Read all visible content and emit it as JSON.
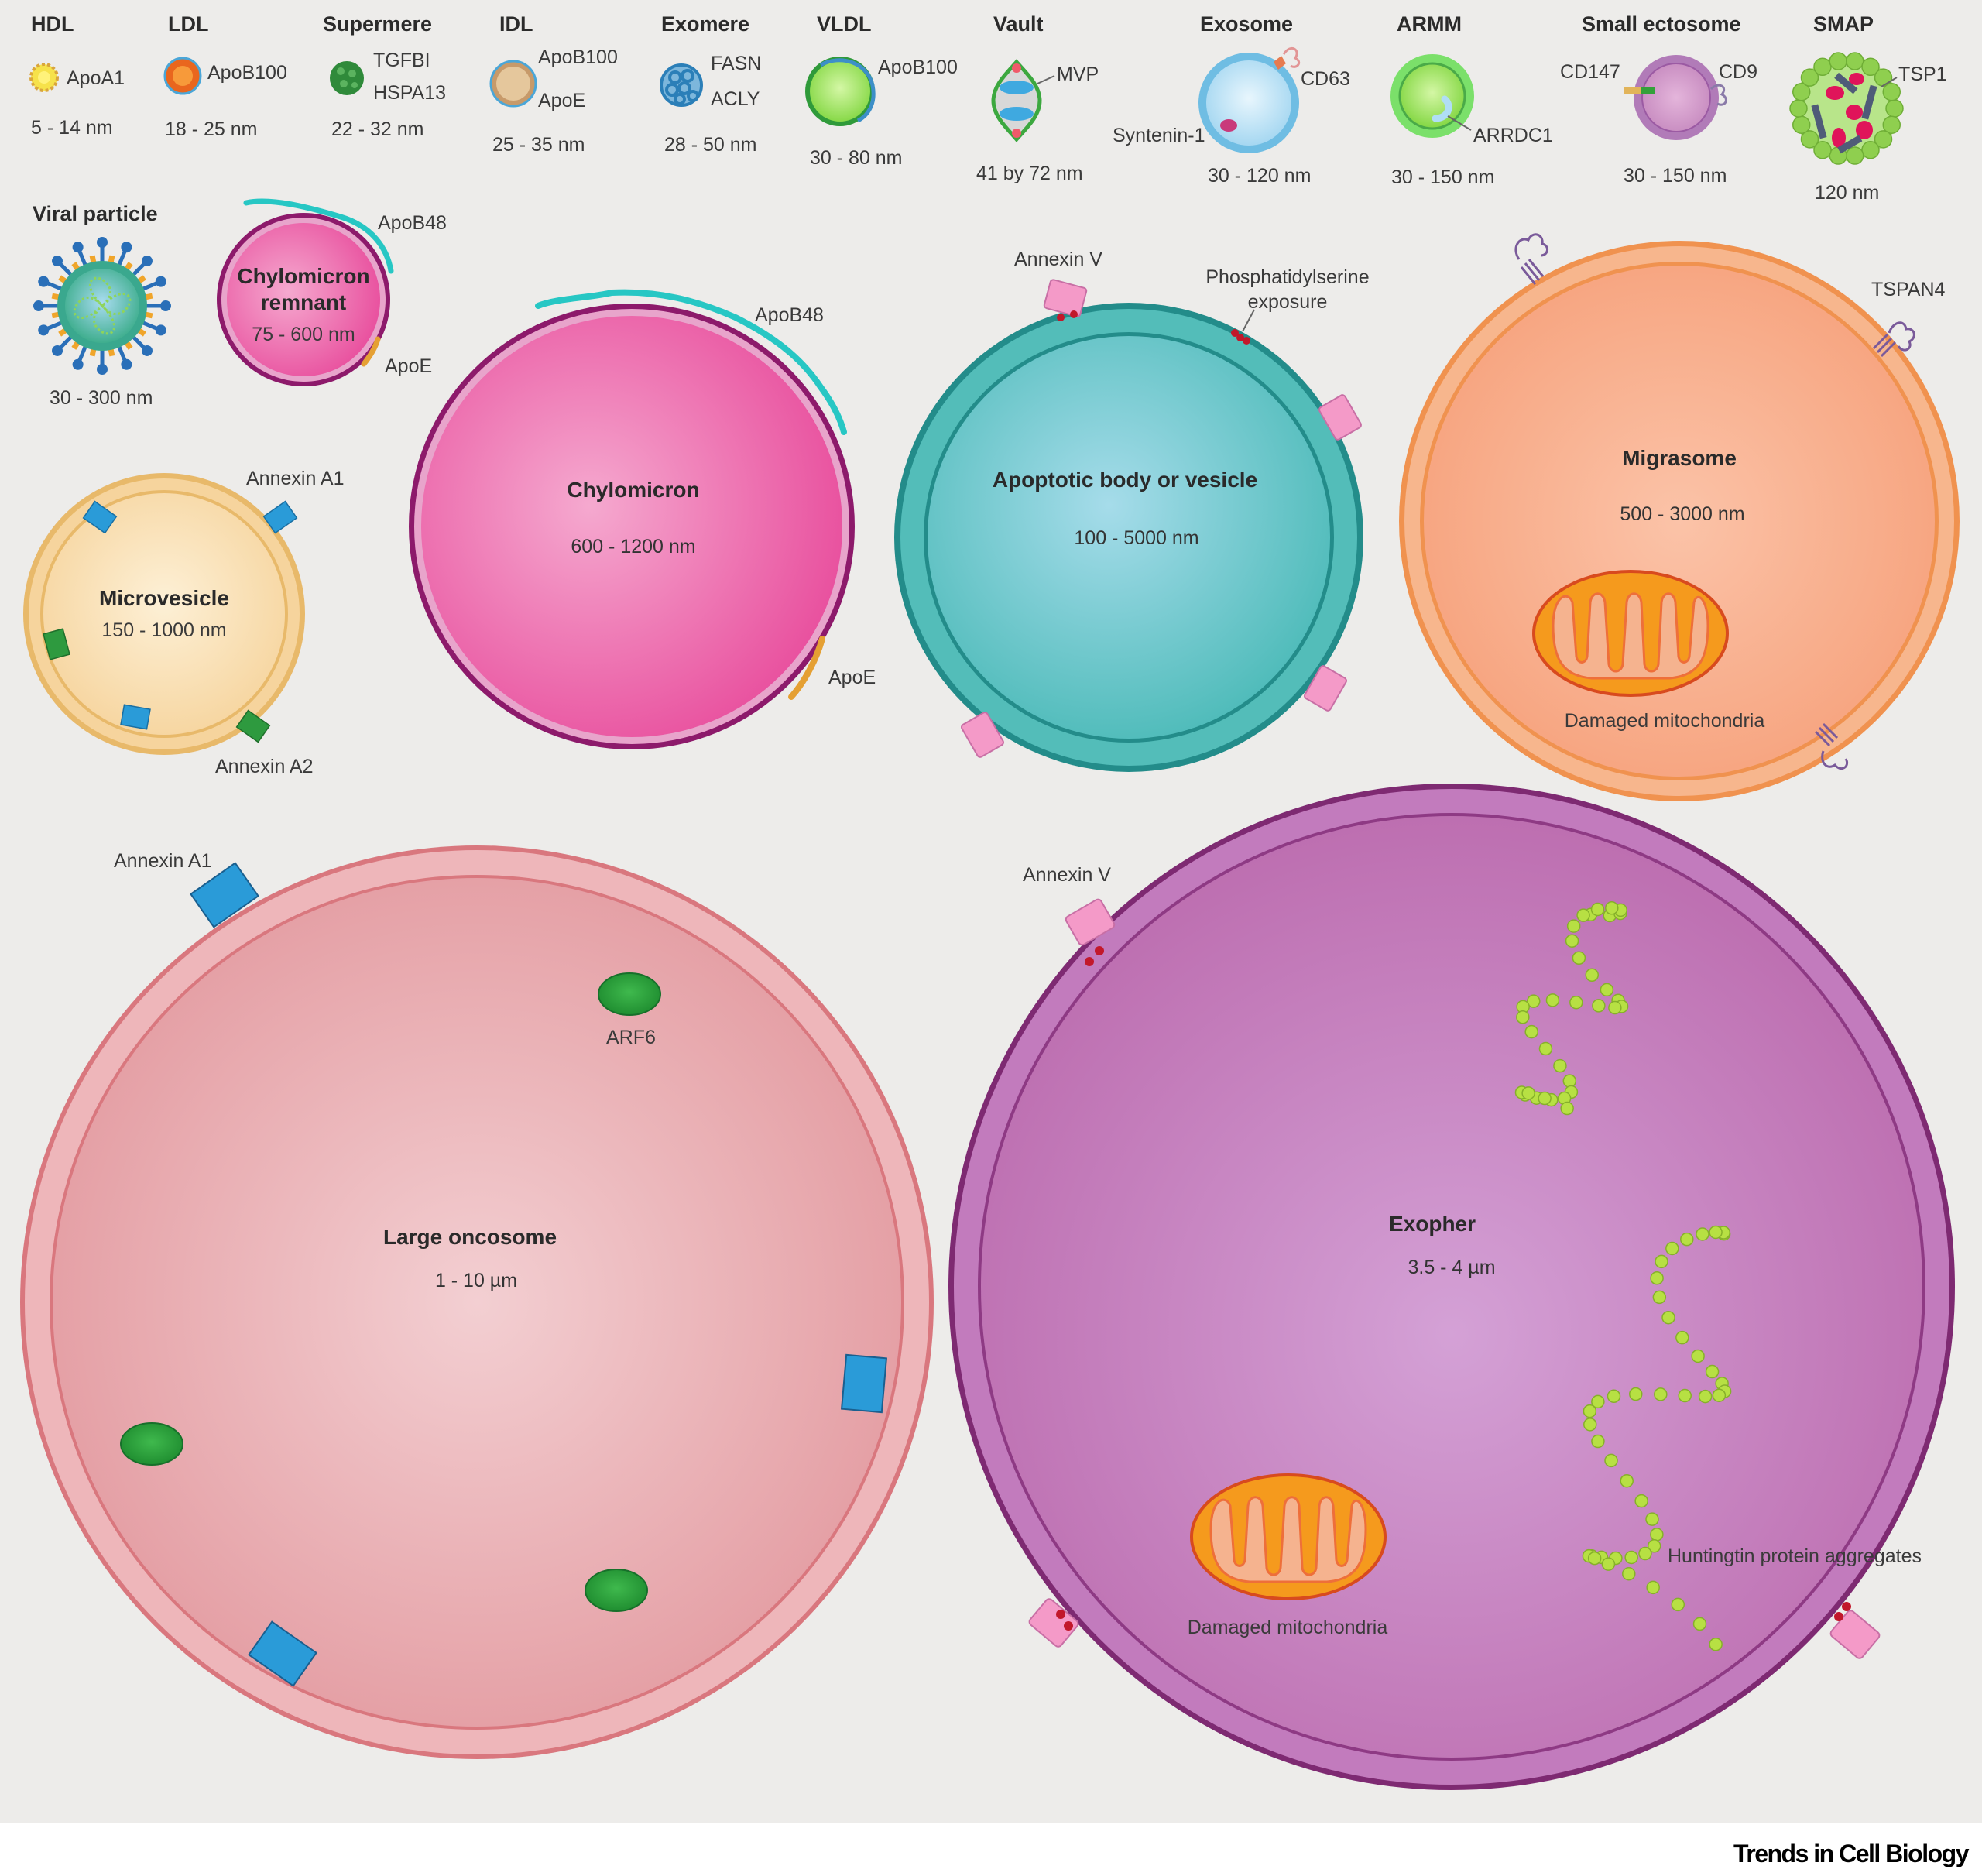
{
  "figure": {
    "journal": "Trends in Cell Biology",
    "top_row": [
      {
        "name": "HDL",
        "markers": [
          "ApoA1"
        ],
        "size": "5 - 14 nm"
      },
      {
        "name": "LDL",
        "markers": [
          "ApoB100"
        ],
        "size": "18 - 25 nm"
      },
      {
        "name": "Supermere",
        "markers": [
          "TGFBI",
          "HSPA13"
        ],
        "size": "22 - 32 nm"
      },
      {
        "name": "IDL",
        "markers": [
          "ApoB100",
          "ApoE"
        ],
        "size": "25 - 35 nm"
      },
      {
        "name": "Exomere",
        "markers": [
          "FASN",
          "ACLY"
        ],
        "size": "28 - 50 nm"
      },
      {
        "name": "VLDL",
        "markers": [
          "ApoB100"
        ],
        "size": "30 - 80 nm"
      },
      {
        "name": "Vault",
        "markers": [
          "MVP"
        ],
        "size": "41 by 72 nm"
      },
      {
        "name": "Exosome",
        "markers": [
          "CD63",
          "Syntenin-1"
        ],
        "size": "30 - 120 nm"
      },
      {
        "name": "ARMM",
        "markers": [
          "ARRDC1"
        ],
        "size": "30 - 150 nm"
      },
      {
        "name": "Small ectosome",
        "markers": [
          "CD147",
          "CD9"
        ],
        "size": "30 - 150 nm"
      },
      {
        "name": "SMAP",
        "markers": [
          "TSP1"
        ],
        "size": "120 nm"
      }
    ],
    "viral_particle": {
      "name": "Viral particle",
      "size": "30 - 300 nm"
    },
    "chylomicron_remnant": {
      "name_line1": "Chylomicron",
      "name_line2": "remnant",
      "size": "75 - 600 nm",
      "markers": [
        "ApoB48",
        "ApoE"
      ]
    },
    "chylomicron": {
      "name": "Chylomicron",
      "size": "600 - 1200 nm",
      "markers": [
        "ApoB48",
        "ApoE"
      ]
    },
    "apoptotic": {
      "name": "Apoptotic body or vesicle",
      "size": "100 - 5000 nm",
      "markers": [
        "Annexin V",
        "Phosphatidylserine",
        "exposure"
      ]
    },
    "migrasome": {
      "name": "Migrasome",
      "size": "500 - 3000 nm",
      "markers": [
        "TSPAN4"
      ],
      "cargo": "Damaged mitochondria"
    },
    "microvesicle": {
      "name": "Microvesicle",
      "size": "150 - 1000 nm",
      "markers": [
        "Annexin A1",
        "Annexin A2"
      ]
    },
    "large_oncosome": {
      "name": "Large oncosome",
      "size": "1 - 10 µm",
      "markers": [
        "Annexin A1",
        "ARF6"
      ]
    },
    "exopher": {
      "name": "Exopher",
      "size": "3.5 - 4 µm",
      "markers": [
        "Annexin V"
      ],
      "cargo": [
        "Damaged mitochondria",
        "Huntingtin protein aggregates"
      ]
    }
  },
  "colors": {
    "background": "#edecea",
    "chylomicron": "#e8519f",
    "apoptotic": "#3fb3b0",
    "migrasome": "#f5a27a",
    "microvesicle": "#f7dcae",
    "large_oncosome": "#e6a2a6",
    "exopher": "#c47ab8",
    "apoB48": "#27c7c4",
    "annexin_blue": "#2a9bd8",
    "annexin_green": "#2e9a3f"
  }
}
